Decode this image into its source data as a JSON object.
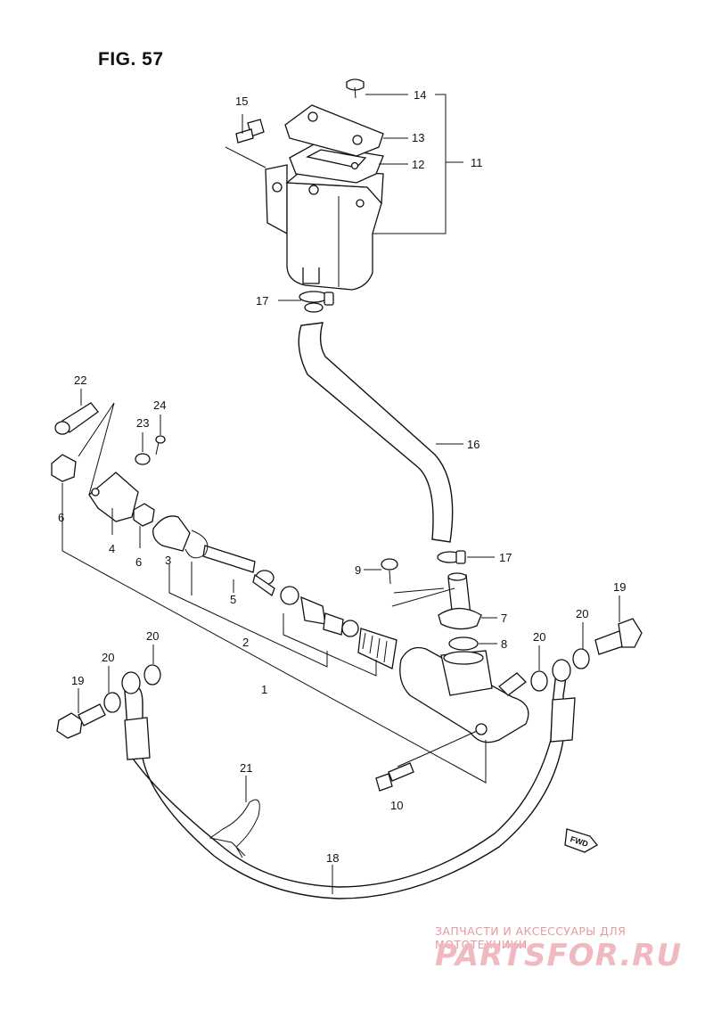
{
  "figure": {
    "title": "FIG. 57"
  },
  "callouts": [
    {
      "id": "c1",
      "label": "1"
    },
    {
      "id": "c2",
      "label": "2"
    },
    {
      "id": "c3",
      "label": "3"
    },
    {
      "id": "c4",
      "label": "4"
    },
    {
      "id": "c5",
      "label": "5"
    },
    {
      "id": "c6a",
      "label": "6"
    },
    {
      "id": "c6b",
      "label": "6"
    },
    {
      "id": "c7",
      "label": "7"
    },
    {
      "id": "c8",
      "label": "8"
    },
    {
      "id": "c9",
      "label": "9"
    },
    {
      "id": "c10",
      "label": "10"
    },
    {
      "id": "c11",
      "label": "11"
    },
    {
      "id": "c12",
      "label": "12"
    },
    {
      "id": "c13",
      "label": "13"
    },
    {
      "id": "c14",
      "label": "14"
    },
    {
      "id": "c15",
      "label": "15"
    },
    {
      "id": "c16",
      "label": "16"
    },
    {
      "id": "c17a",
      "label": "17"
    },
    {
      "id": "c17b",
      "label": "17"
    },
    {
      "id": "c18",
      "label": "18"
    },
    {
      "id": "c19a",
      "label": "19"
    },
    {
      "id": "c19b",
      "label": "19"
    },
    {
      "id": "c20a",
      "label": "20"
    },
    {
      "id": "c20b",
      "label": "20"
    },
    {
      "id": "c20c",
      "label": "20"
    },
    {
      "id": "c20d",
      "label": "20"
    },
    {
      "id": "c21",
      "label": "21"
    },
    {
      "id": "c22",
      "label": "22"
    },
    {
      "id": "c23",
      "label": "23"
    },
    {
      "id": "c24",
      "label": "24"
    }
  ],
  "fwd_badge": "FWD",
  "watermark": {
    "tagline": "ЗАПЧАСТИ И АКСЕССУАРЫ ДЛЯ МОТОТЕХНИКИ",
    "logo": "PARTSFOR.RU"
  }
}
